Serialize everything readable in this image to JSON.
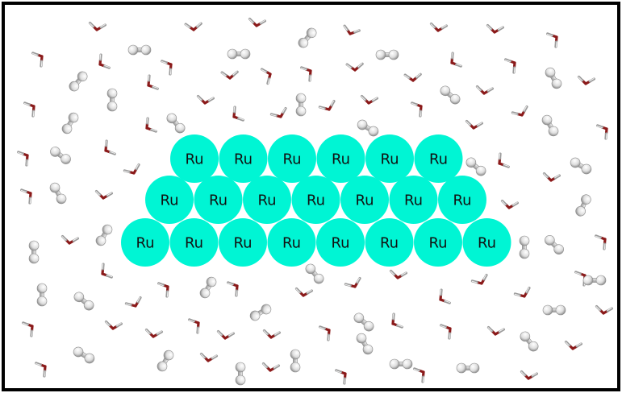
{
  "colors": {
    "background": "#ffffff",
    "border": "#000000",
    "ru_atom": "#00f5d4",
    "oxygen": "#8b1a1a",
    "hydrogen_light": "#eeeeee",
    "hydrogen_dark": "#9a9a9a",
    "h2_light": "#f4f4f4",
    "h2_dark": "#8c8c8c"
  },
  "cluster": {
    "element_label": "Ru",
    "rows": [
      {
        "count": 6
      },
      {
        "count": 7
      },
      {
        "count": 8
      }
    ]
  }
}
